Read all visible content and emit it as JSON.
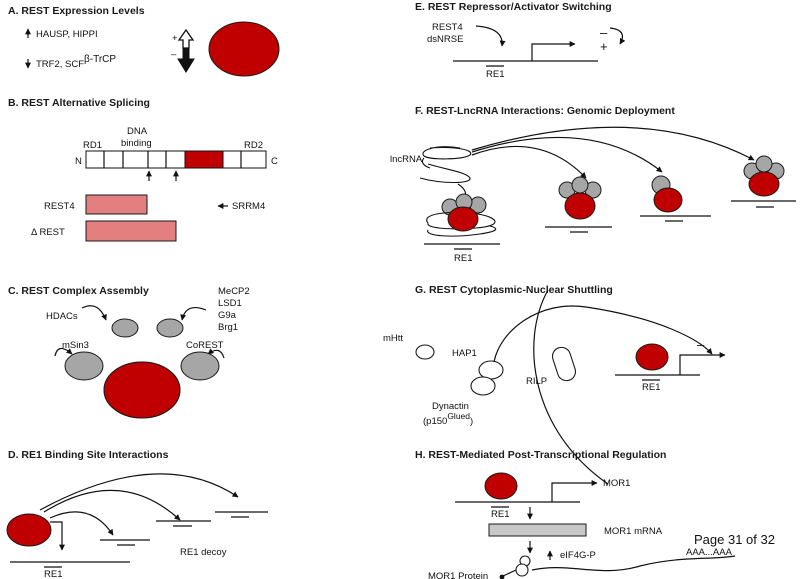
{
  "panels": {
    "a": {
      "title": "A. REST Expression Levels",
      "up_factors": "HAUSP, HIPPI",
      "down_factors": "TRF2, SCF",
      "down_superscript": "β-TrCP",
      "plus": "+",
      "minus": "–"
    },
    "b": {
      "title": "B. REST Alternative Splicing",
      "rd1": "RD1",
      "dna_binding_1": "DNA",
      "dna_binding_2": "binding",
      "rd2": "RD2",
      "n_term": "N",
      "c_term": "C",
      "rest4": "REST4",
      "delta_rest": "Δ REST",
      "srrm4": "SRRM4"
    },
    "c": {
      "title": "C. REST Complex Assembly",
      "hdacs": "HDACs",
      "mecp2": "MeCP2",
      "lsd1": "LSD1",
      "g9a": "G9a",
      "brg1": "Brg1",
      "msin3": "mSin3",
      "corest": "CoREST"
    },
    "d": {
      "title": "D. RE1 Binding Site Interactions",
      "re1": "RE1",
      "decoy": "RE1 decoy"
    },
    "e": {
      "title": "E. REST Repressor/Activator Switching",
      "rest4": "REST4",
      "dsnrse": "dsNRSE",
      "re1": "RE1",
      "minus": "–",
      "plus": "+"
    },
    "f": {
      "title": "F. REST-LncRNA Interactions: Genomic Deployment",
      "lncrna": "lncRNA",
      "re1": "RE1"
    },
    "g": {
      "title": "G. REST Cytoplasmic-Nuclear Shuttling",
      "mhtt": "mHtt",
      "hap1": "HAP1",
      "rilp": "RILP",
      "dynactin": "Dynactin",
      "p150": "(p150",
      "glued": "Glued",
      "close_paren": ")",
      "re1": "RE1",
      "minus": "–"
    },
    "h": {
      "title": "H. REST-Mediated Post-Transcriptional Regulation",
      "mor1": "MOR1",
      "re1": "RE1",
      "mor1_mrna": "MOR1 mRNA",
      "eif4g": "eIF4G-P",
      "mor1_protein": "MOR1 Protein",
      "polya": "AAA...AAA"
    }
  },
  "page_label": "Page 31 of 32",
  "colors": {
    "rest_red": "#c00000",
    "cofactor_grey": "#a6a6a6",
    "splice_pink": "#e47f7f",
    "mrna_grey": "#c8c8c8"
  }
}
